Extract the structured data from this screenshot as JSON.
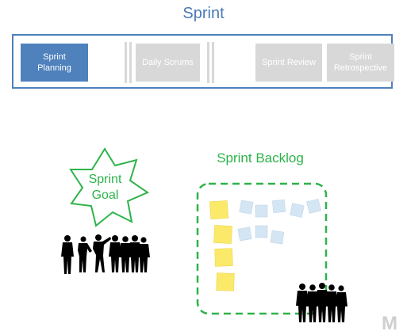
{
  "title": "Sprint",
  "events": [
    {
      "label": "Sprint\nPlanning",
      "active": true
    },
    {
      "label": "Daily Scrums",
      "active": false
    },
    {
      "label": "Sprint Review",
      "active": false
    },
    {
      "label": "Sprint\nRetrospective",
      "active": false
    }
  ],
  "goal": {
    "label": "Sprint\nGoal"
  },
  "backlog": {
    "label": "Sprint Backlog"
  },
  "watermark": "M",
  "colors": {
    "accent_blue": "#4f81bd",
    "inactive_gray": "#d8d8d8",
    "green": "#2db34a",
    "sticky_yellow": "#fbe96a",
    "sticky_blue": "#d4e6f4"
  }
}
